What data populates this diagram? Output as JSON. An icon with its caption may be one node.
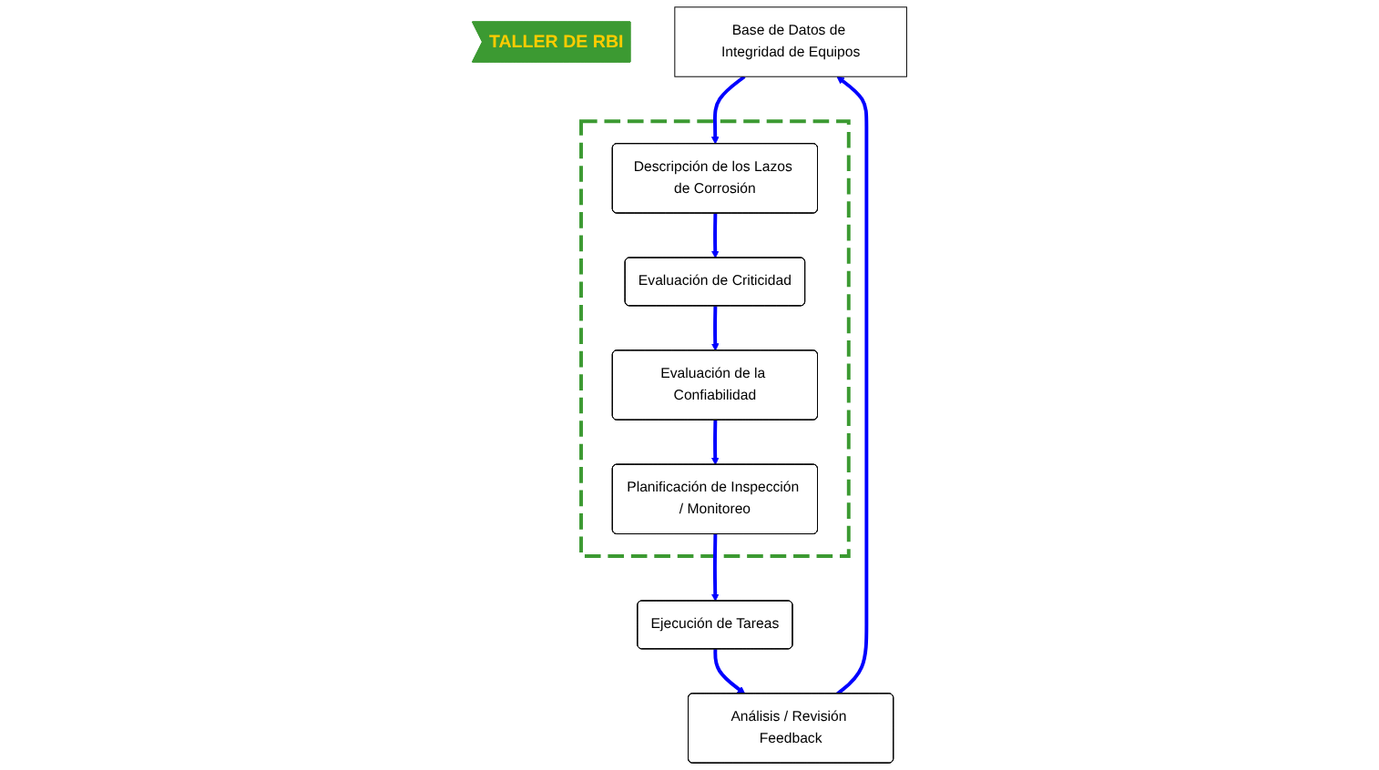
{
  "diagram": {
    "nodes": [
      {
        "text": [
          "TALLER DE RBI"
        ]
      },
      {
        "text": [
          "Base de Datos de Integridad de Equipos"
        ]
      },
      {
        "text": [],
        "shape": "box"
      },
      {
        "text": [
          "Descripción de los Lazos de Corrosión"
        ],
        "in": 2
      },
      {
        "text": [
          "Evaluación de Criticidad"
        ],
        "in": 2
      },
      {
        "text": [
          "Evaluación de la Confiabilidad"
        ],
        "in": 2
      },
      {
        "text": [
          "Planificación de Inspección / Monitoreo"
        ],
        "in": 2
      },
      {
        "text": [
          "Análisis / Revisión Feedback"
        ]
      },
      {
        "text": [
          "Ejecución de Tareas"
        ]
      }
    ],
    "edges": [
      {
        "from": 1,
        "to": 3,
        "arrow": "to"
      },
      {
        "from": 3,
        "to": 4,
        "arrow": "to"
      },
      {
        "from": 4,
        "to": 5,
        "arrow": "to"
      },
      {
        "from": 5,
        "to": 6,
        "arrow": "to"
      },
      {
        "from": 6,
        "to": 8,
        "arrow": "to"
      },
      {
        "from": 8,
        "to": 7,
        "arrow": "to"
      },
      {
        "from": 7,
        "to": 1,
        "arrow": "to"
      }
    ]
  }
}
